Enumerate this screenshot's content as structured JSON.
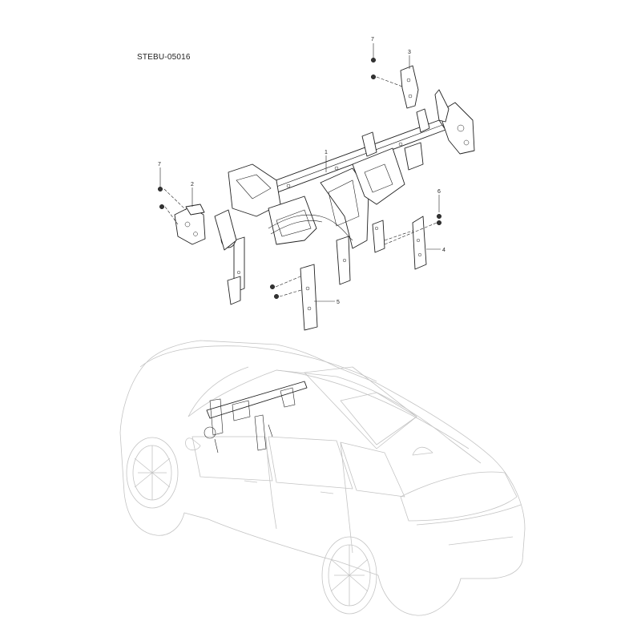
{
  "diagram_code": "STEBU-05016",
  "callouts": {
    "c1": "1",
    "c2": "2",
    "c3": "3",
    "c4": "4",
    "c5": "5",
    "c6": "6",
    "c7a": "7",
    "c7b": "7"
  },
  "icons": {
    "assembly": "instrument-panel-crossmember-icon",
    "vehicle": "suv-vehicle-outline-icon"
  }
}
